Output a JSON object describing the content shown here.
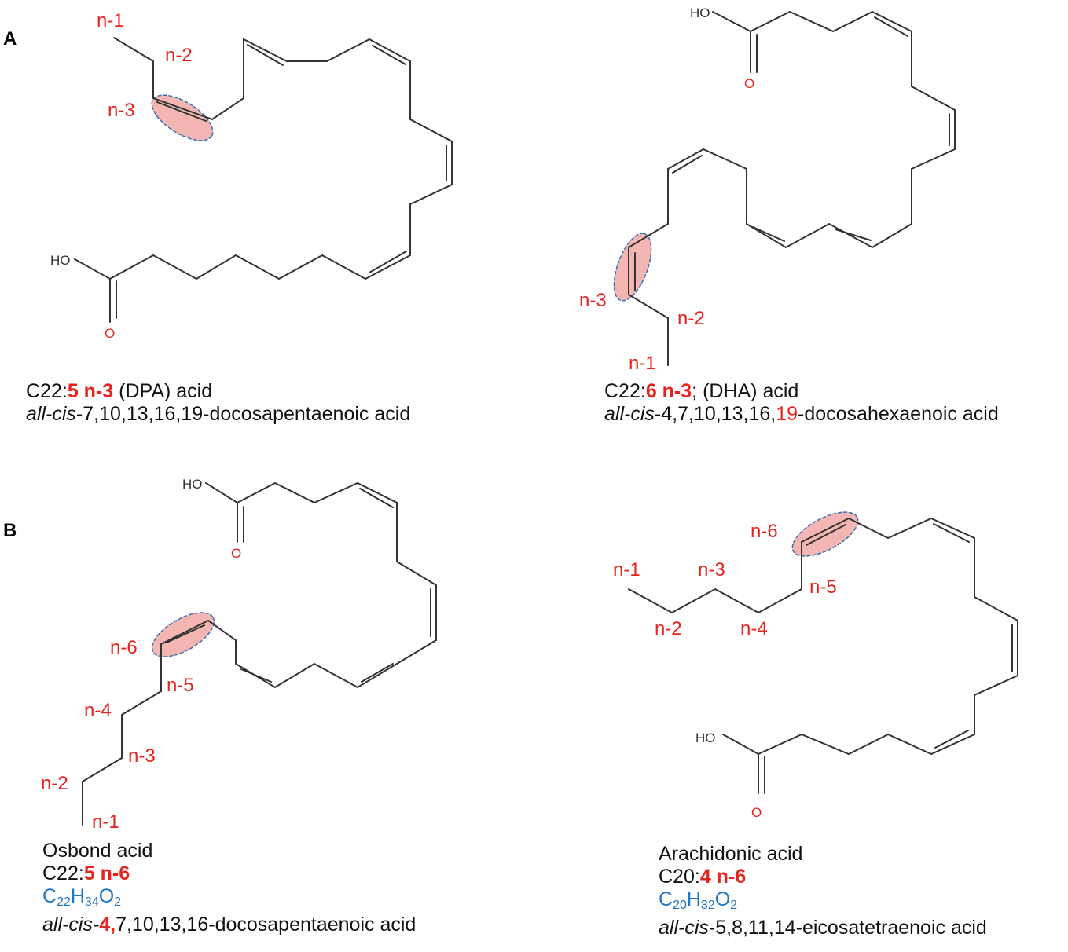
{
  "panels": {
    "a": "A",
    "b": "B"
  },
  "atoms": {
    "oh": "HO",
    "o": "O"
  },
  "dpa": {
    "labels": {
      "n1": "n-1",
      "n2": "n-2",
      "n3": "n-3"
    },
    "caption": {
      "pre": "C22:",
      "bold": "5 n-3",
      "post": " (DPA) acid",
      "l2_it": "all-cis",
      "l2_rest": "-7,10,13,16,19-docosapentaenoic acid"
    }
  },
  "dha": {
    "labels": {
      "n1": "n-1",
      "n2": "n-2",
      "n3": "n-3"
    },
    "caption": {
      "pre": "C22:",
      "bold": "6 n-3",
      "post": "; (DHA) acid",
      "l2_it": "all-cis",
      "l2_a": "-4,7,10,13,16,",
      "l2_red": "19",
      "l2_b": "-docosahexaenoic acid"
    }
  },
  "osbond": {
    "labels": {
      "n1": "n-1",
      "n2": "n-2",
      "n3": "n-3",
      "n4": "n-4",
      "n5": "n-5",
      "n6": "n-6"
    },
    "caption": {
      "name": "Osbond acid",
      "pre": "C22:",
      "bold": "5 n-6",
      "f1": "C",
      "s1": "22",
      "f2": "H",
      "s2": "34",
      "f3": "O",
      "s3": "2",
      "l4_it": "all-cis-",
      "l4_red": "4,",
      "l4_rest": "7,10,13,16-docosapentaenoic acid"
    }
  },
  "ara": {
    "labels": {
      "n1": "n-1",
      "n2": "n-2",
      "n3": "n-3",
      "n4": "n-4",
      "n5": "n-5",
      "n6": "n-6"
    },
    "caption": {
      "name": "Arachidonic acid",
      "pre": "C20:",
      "bold": "4 n-6",
      "f1": "C",
      "s1": "20",
      "f2": "H",
      "s2": "32",
      "f3": "O",
      "s3": "2",
      "l4_it": "all-cis",
      "l4_rest": "-5,8,11,14-eicosatetraenoic acid"
    }
  },
  "colors": {
    "bond": "#333333",
    "label": "#e8231e",
    "oxygen": "#e8231e",
    "highlight": "#f4b6b3",
    "ellipse": "#3b6fb6",
    "formula": "#1f77c4"
  }
}
